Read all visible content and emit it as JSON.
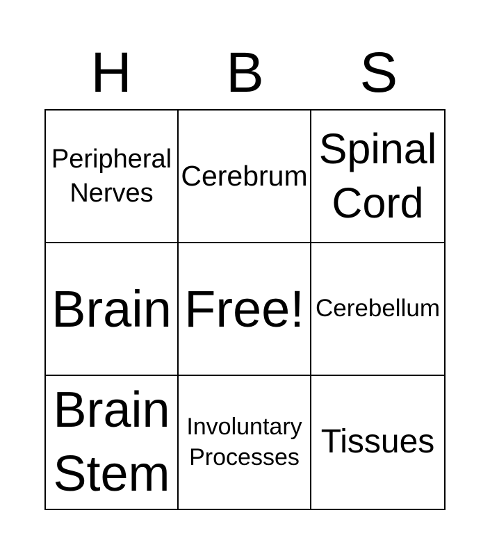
{
  "card": {
    "column_letters": [
      "H",
      "B",
      "S"
    ],
    "rows": [
      [
        "Peripheral Nerves",
        "Cerebrum",
        "Spinal Cord"
      ],
      [
        "Brain",
        "Free!",
        "Cerebellum"
      ],
      [
        "Brain Stem",
        "Involuntary Processes",
        "Tissues"
      ]
    ],
    "free_space_label": "Free!",
    "colors": {
      "text": "#000000",
      "grid_lines": "#000000",
      "background": "#ffffff"
    }
  }
}
